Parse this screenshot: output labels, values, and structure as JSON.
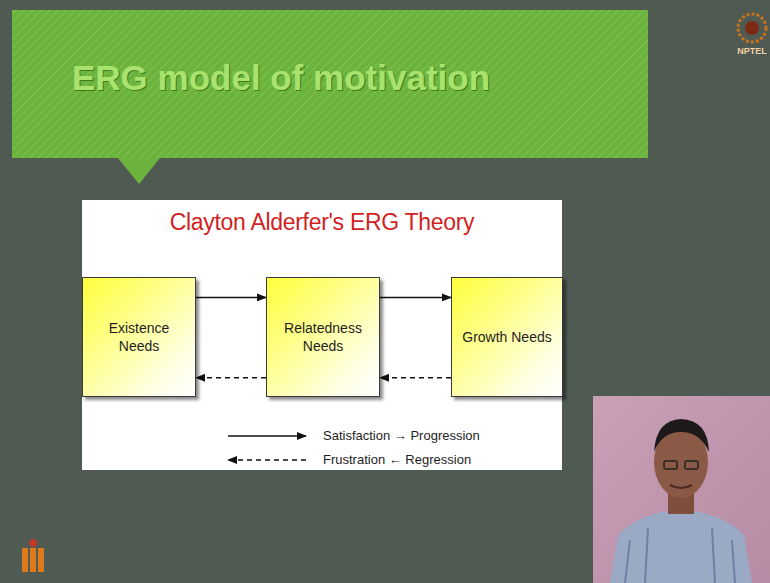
{
  "diagram": {
    "title": "ERG model of motivation",
    "nodes": [
      {
        "text": [
          "Existence Needs"
        ]
      },
      {
        "text": [
          "Relatedness Needs"
        ]
      },
      {
        "text": [
          "Growth Needs"
        ]
      }
    ],
    "edges": [
      {
        "from": 0,
        "to": 1,
        "arrow": "to"
      },
      {
        "from": 1,
        "to": 2,
        "arrow": "to"
      },
      {
        "from": 1,
        "to": 0,
        "arrow": "to"
      },
      {
        "from": 2,
        "to": 1,
        "arrow": "to"
      }
    ],
    "labels": [
      "Clayton Alderfer's ERG Theory",
      "NPTEL"
    ],
    "legend": [
      {
        "text": "Satisfaction → Progression"
      },
      {
        "text": "Frustration ← Regression"
      }
    ]
  }
}
